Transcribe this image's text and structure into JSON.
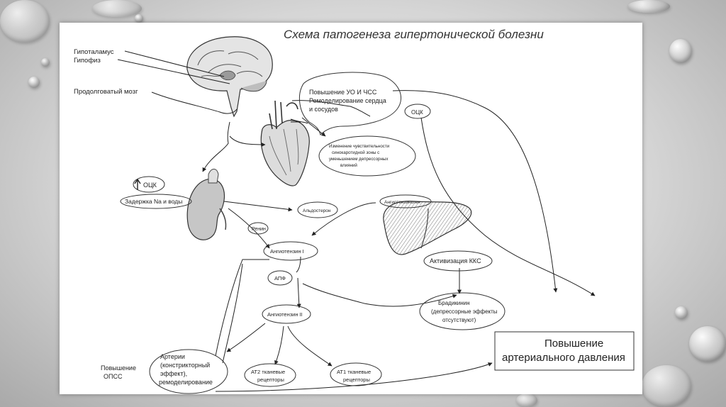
{
  "title": "Схема патогенеза гипертонической болезни",
  "labels": {
    "hypothalamus": "Гипоталамус",
    "pituitary": "Гипофиз",
    "medulla": "Продолговатый мозг",
    "heart_box": [
      "Повышение УО И ЧСС",
      "Ремоделирование сердца",
      "и сосудов"
    ],
    "sensitivity": [
      "Изменение  чувствительности",
      "синокаротидной зоны с",
      "уменьшением депрессорных",
      "влияний"
    ],
    "ock_top": "ОЦК",
    "ock_left": "ОЦК",
    "retention": "Задержка Na и воды",
    "aldosterone": "Альдостерон",
    "angiotensinogen": "Ангиотензиноген",
    "renin": "Ренин",
    "angiotensin1": "Ангиотензин I",
    "kks": "Активизация ККС",
    "apf": "АПФ",
    "bradykinin": [
      "Брадикинин",
      "(депрессорные эффекты",
      "отсутствуют)"
    ],
    "angiotensin2": "Ангиотензин II",
    "bp": [
      "Повышение",
      "артериального давления"
    ],
    "arteries": [
      "Артерии",
      "(констрикторный",
      "эффект),",
      "ремоделирование"
    ],
    "opss": [
      "Повышение",
      "ОПСС"
    ],
    "at2": [
      "АТ2 тканевые",
      "рецепторы"
    ],
    "at1": [
      "АТ1 тканевые",
      "рецепторы"
    ]
  }
}
